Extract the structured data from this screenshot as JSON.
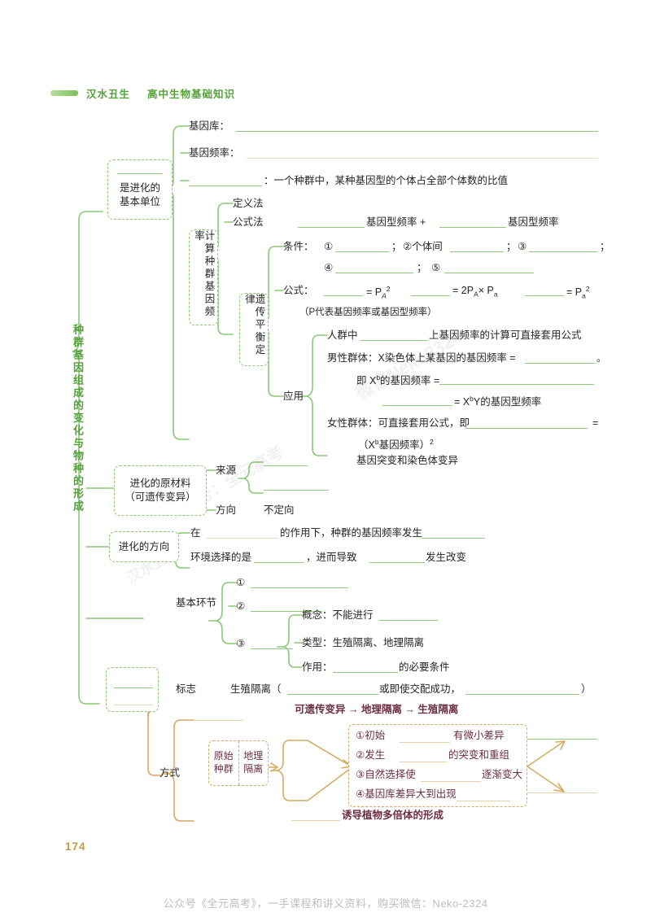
{
  "header": {
    "author": "汉水丑生",
    "subject": "高中生物基础知识"
  },
  "page_number": "174",
  "footer": "公众号《全元高考》，一手课程和讲义资料，购买微信：Neko-2324",
  "watermarks": [
    "微信Neko2324",
    "公众号：全元高考",
    "汉水丑生"
  ],
  "root_title": "种群基因组成的变化与物种的形成",
  "branch1": {
    "box_label_line1": "是进化的",
    "box_label_line2": "基本单位",
    "items": {
      "gene_pool_label": "基因库：",
      "gene_freq_label": "基因频率：",
      "genotype_freq_def_label": "：一个种群中，某种基因型的个体占全部个体数的比值"
    },
    "calc_box": "计算种群基因频率",
    "methods": {
      "definition": "定义法",
      "formula": "公式法",
      "formula_line_a": "基因型频率 +",
      "formula_line_b": "基因型频率"
    },
    "hw_box": "遗传平衡定律",
    "hw": {
      "condition_label": "条件：",
      "c1": "①",
      "c2": "②个体间",
      "c2_sep": "；",
      "c3": "③",
      "c4": "④",
      "c5": "⑤",
      "semi": "；",
      "formula_label": "公式：",
      "f1_eq": "= P",
      "f1_sub": "A",
      "f1_sup": "2",
      "f2_eq": "= 2P",
      "f2_subA": "A",
      "f2_mul": "× P",
      "f2_suba": "a",
      "f3_eq": "= P",
      "f3_sub": "a",
      "f3_sup": "2",
      "p_note": "（P代表基因频率或基因型频率）",
      "apply_label": "应用",
      "a1_pre": "人群中",
      "a1_post": "上基因频率的计算可直接套用公式",
      "a2_pre": "男性群体：X染色体上某基因的基因频率 =",
      "a2_post": "。",
      "a3_pre": "即 X",
      "a3_sup": "b",
      "a3_mid": "的基因频率 =",
      "a4": "= X",
      "a4_sup": "b",
      "a4_post": "Y的基因型频率",
      "a5_pre": "女性群体：可直接套用公式，即",
      "a5_eq": "=",
      "a6_pre": "（X",
      "a6_sup": "b",
      "a6_mid": "基因频率）",
      "a6_sup2": "2"
    }
  },
  "branch2": {
    "box_line1": "进化的原材料",
    "box_line2": "（可遗传变异）",
    "source_label": "来源",
    "source_note": "基因突变和染色体变异",
    "direction_label": "方向",
    "direction_value": "不定向"
  },
  "branch3": {
    "box": "进化的方向",
    "line1_a": "在",
    "line1_b": "的作用下，种群的基因频率发生",
    "line2_a": "环境选择的是",
    "line2_b": "，进而导致",
    "line2_c": "发生改变"
  },
  "branch4": {
    "label": "基本环节",
    "n1": "①",
    "n2": "②",
    "n3": "③",
    "sub": {
      "concept_label": "概念：不能进行",
      "type_label": "类型：生殖隔离、地理隔离",
      "role_label": "作用：",
      "role_post": "的必要条件"
    }
  },
  "branch5": {
    "label": "标志",
    "text_a": "生殖隔离（",
    "text_b": "或即使交配成功，",
    "text_c": "）"
  },
  "branch6": {
    "label": "方式",
    "chain": "可遗传变异 → 地理隔离 → 生殖隔离",
    "origin_box": {
      "c1_l1": "原始",
      "c1_l2": "种群",
      "c2_l1": "地理",
      "c2_l2": "隔离"
    },
    "steps": [
      {
        "num": "①",
        "pre": "初始",
        "post": "有微小差异"
      },
      {
        "num": "②",
        "pre": "发生",
        "post": "的突变和重组"
      },
      {
        "num": "③",
        "pre": "自然选择使",
        "post": "逐渐变大"
      },
      {
        "num": "④",
        "pre": "基因库差异大到出现",
        "post": ""
      }
    ],
    "bottom_note": "诱导植物多倍体的形成"
  },
  "colors": {
    "green": "#8cc877",
    "green_text": "#54a23a",
    "gold": "#d4ac62",
    "maroon": "#6d2e40",
    "page_no": "#c79a4e"
  }
}
